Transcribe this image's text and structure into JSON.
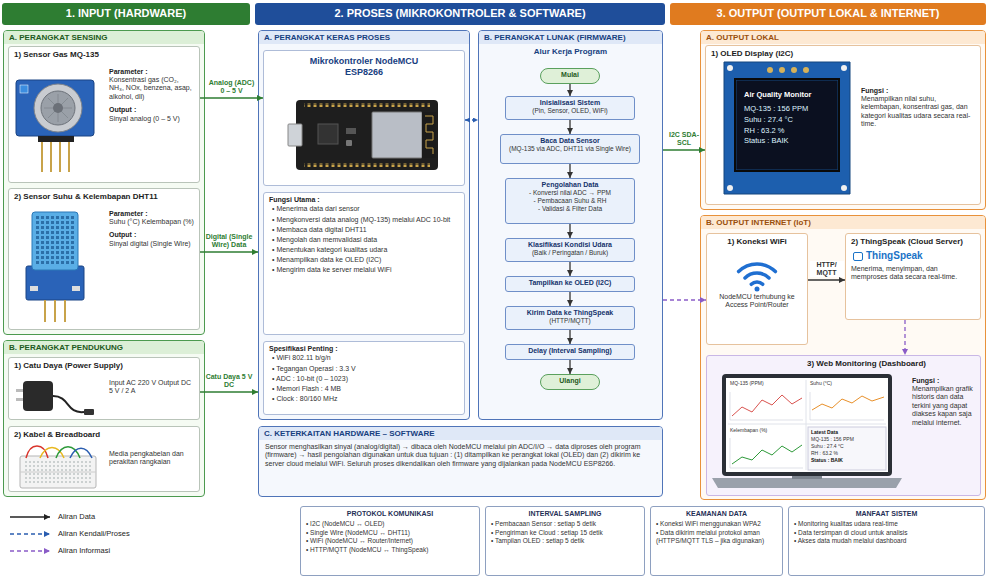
{
  "diagram": {
    "nodes": [
      {
        "text": [
          "1. INPUT (HARDWARE)"
        ]
      },
      {
        "text": [
          "A. PERANGKAT SENSING"
        ]
      },
      {
        "text": [
          "1) Sensor Gas MQ-135",
          "Parameter :",
          "Konsentrasi gas (CO₂, NH₃, NOx, benzena, asap, alkohol, dll)",
          "Output :",
          "Sinyal analog (0 – 5 V)"
        ],
        "in": 1
      },
      {
        "text": [
          "2) Sensor Suhu & Kelembapan DHT11",
          "Parameter :",
          "Suhu (°C) Kelembapan (%)",
          "Output :",
          "Sinyal digital (Single Wire)"
        ],
        "in": 1
      },
      {
        "text": [
          "B. PERANGKAT PENDUKUNG"
        ]
      },
      {
        "text": [
          "1) Catu Daya (Power Supply)",
          "Input AC 220 V Output DC 5 V / 2 A"
        ],
        "in": 4
      },
      {
        "text": [
          "2) Kabel & Breadboard",
          "Media pengkabelan dan perakitan rangkaian"
        ],
        "in": 4
      },
      {
        "text": [
          "2. PROSES (MIKROKONTROLER & SOFTWARE)"
        ]
      },
      {
        "text": [
          "A. PERANGKAT KERAS PROSES"
        ]
      },
      {
        "text": [
          "Mikrokontroler NodeMCU ESP8266"
        ],
        "in": 8
      },
      {
        "text": [
          "Fungsi Utama :",
          "• Menerima data dari sensor",
          "• Mengkonversi data analog (MQ-135) melalui ADC 10-bit",
          "• Membaca data digital DHT11",
          "• Mengolah dan memvalidasi data",
          "• Menentukan kategori kualitas udara",
          "• Menampilkan data ke OLED (I2C)",
          "• Mengirim data ke server melalui WiFi"
        ],
        "in": 8
      },
      {
        "text": [
          "Spesifikasi Penting :",
          "• WiFi 802.11 b/g/n",
          "• Tegangan Operasi : 3.3 V",
          "• ADC : 10-bit (0 – 1023)",
          "• Memori Flash : 4 MB",
          "• Clock : 80/160 MHz"
        ],
        "in": 8
      },
      {
        "text": [
          "B. PERANGKAT LUNAK (FIRMWARE)",
          "Alur Kerja Program"
        ]
      },
      {
        "text": [
          "Mulai"
        ],
        "in": 12
      },
      {
        "text": [
          "Inisialisasi Sistem",
          "(Pin, Sensor, OLED, WiFi)"
        ],
        "in": 12
      },
      {
        "text": [
          "Baca Data Sensor",
          "(MQ-135 via ADC, DHT11 via Single Wire)"
        ],
        "in": 12
      },
      {
        "text": [
          "Pengolahan Data",
          "- Konversi nilai ADC → PPM",
          "- Pembacaan Suhu & RH",
          "- Validasi & Filter Data"
        ],
        "in": 12
      },
      {
        "text": [
          "Klasifikasi Kondisi Udara",
          "(Baik / Peringatan / Buruk)"
        ],
        "in": 12
      },
      {
        "text": [
          "Tampilkan ke OLED (I2C)"
        ],
        "in": 12
      },
      {
        "text": [
          "Kirim Data ke ThingSpeak",
          "(HTTP/MQTT)"
        ],
        "in": 12
      },
      {
        "text": [
          "Delay (Interval Sampling)"
        ],
        "in": 12
      },
      {
        "text": [
          "Ulangi"
        ],
        "in": 12
      },
      {
        "text": [
          "C. KETERKAITAN HARDWARE – SOFTWARE",
          "Sensor menghasilkan sinyal (analog/digital) → dibaca oleh NodeMCU melalui pin ADC/I/O → data diproses oleh program (firmware) → hasil pengolahan digunakan untuk dua tujuan : (1) ditampilkan ke perangkat lokal (OLED) dan (2) dikirim ke server cloud melalui WiFi. Seluruh proses dikendalikan oleh firmware yang dijalankan pada NodeMCU ESP8266."
        ]
      },
      {
        "text": [
          "3. OUTPUT (OUTPUT LOKAL & INTERNET)"
        ]
      },
      {
        "text": [
          "A. OUTPUT LOKAL"
        ]
      },
      {
        "text": [
          "1) OLED Display (I2C)",
          "Fungsi :",
          "Menampilkan nilai suhu, kelembapan, konsentrasi gas, dan kategori kualitas udara secara real-time."
        ],
        "in": 24
      },
      {
        "text": [
          "Air Quality Monitor",
          "MQ-135 : 156 PPM",
          "Suhu : 27.4 °C",
          "RH : 63.2 %",
          "Status : BAIK"
        ],
        "in": 25
      },
      {
        "text": [
          "B. OUTPUT INTERNET (IoT)"
        ]
      },
      {
        "text": [
          "1) Koneksi WiFi",
          "NodeMCU terhubung ke Access Point/Router"
        ],
        "in": 27
      },
      {
        "text": [
          "2) ThingSpeak (Cloud Server)",
          "ThingSpeak",
          "Menerima, menyimpan, dan memproses data secara real-time."
        ],
        "in": 27
      },
      {
        "text": [
          "3) Web Monitoring (Dashboard)",
          "Fungsi :",
          "Menampilkan grafik historis dan data terkini yang dapat diakses kapan saja melalui internet."
        ],
        "in": 27
      },
      {
        "text": [
          "PROTOKOL KOMUNIKASI",
          "• I2C (NodeMCU ↔ OLED)",
          "• Single Wire (NodeMCU ↔ DHT11)",
          "• WiFi (NodeMCU ↔ Router/Internet)",
          "• HTTP/MQTT (NodeMCU ↔ ThingSpeak)"
        ]
      },
      {
        "text": [
          "INTERVAL SAMPLING",
          "• Pembacaan Sensor : setiap 5 detik",
          "• Pengiriman ke Cloud : setiap 15 detik",
          "• Tampilan OLED : setiap 5 detik"
        ]
      },
      {
        "text": [
          "KEAMANAN DATA",
          "• Koneksi WiFi menggunakan WPA2",
          "• Data dikirim melalui protokol aman (HTTPS/MQTT TLS – jika digunakan)"
        ]
      },
      {
        "text": [
          "MANFAAT SISTEM",
          "• Monitoring kualitas udara real-time",
          "• Data tersimpan di cloud untuk analisis",
          "• Akses data mudah melalui dashboard"
        ]
      }
    ],
    "edges": [
      {
        "from": 2,
        "to": 9,
        "arrow": "to",
        "label": "Analog (ADC) 0 – 5 V"
      },
      {
        "from": 3,
        "to": 8,
        "arrow": "to",
        "label": "Digital (Single Wire) Data"
      },
      {
        "from": 5,
        "to": 8,
        "arrow": "to",
        "label": "Catu Daya 5 V DC"
      },
      {
        "from": 9,
        "to": 12,
        "arrow": "both"
      },
      {
        "from": 13,
        "to": 14,
        "arrow": "to"
      },
      {
        "from": 14,
        "to": 15,
        "arrow": "to"
      },
      {
        "from": 15,
        "to": 16,
        "arrow": "to"
      },
      {
        "from": 16,
        "to": 17,
        "arrow": "to"
      },
      {
        "from": 17,
        "to": 18,
        "arrow": "to"
      },
      {
        "from": 18,
        "to": 19,
        "arrow": "to"
      },
      {
        "from": 19,
        "to": 20,
        "arrow": "to"
      },
      {
        "from": 20,
        "to": 21,
        "arrow": "to"
      },
      {
        "from": 12,
        "to": 25,
        "arrow": "to",
        "label": "I2C SDA-SCL"
      },
      {
        "from": 12,
        "to": 28,
        "arrow": "to"
      },
      {
        "from": 28,
        "to": 29,
        "arrow": "to",
        "label": "HTTP/ MQTT"
      },
      {
        "from": 29,
        "to": 30,
        "arrow": "to"
      }
    ],
    "labels": [
      "MQ-135 (PPM)",
      "Suhu (°C)",
      "Kelembapan (%)",
      "Latest Data",
      "MQ-135 : 156 PPM",
      "Suhu : 27.4 °C",
      "RH : 63.2 %",
      "Status : BAIK"
    ],
    "legend": [
      {
        "text": "Aliran Data"
      },
      {
        "text": "Aliran Kendali/Proses"
      },
      {
        "text": "Aliran Informasi"
      }
    ]
  }
}
